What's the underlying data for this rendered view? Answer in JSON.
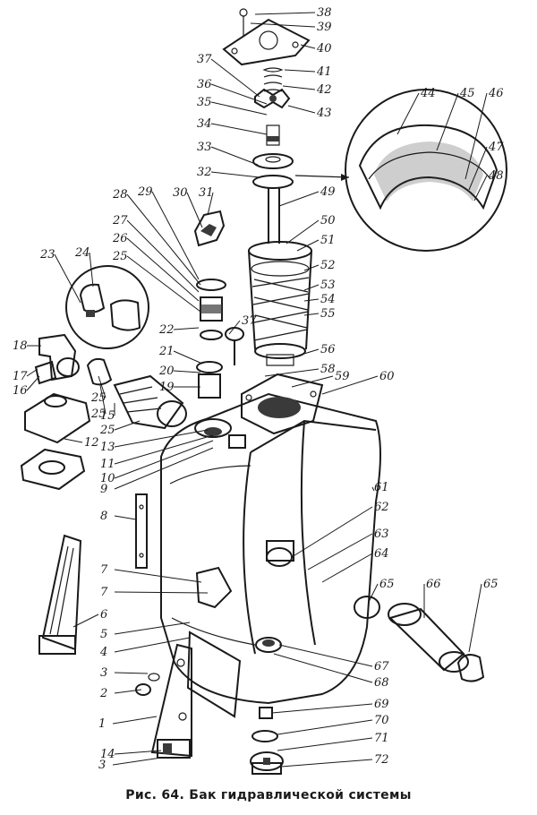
{
  "caption": "Рис. 64. Бак гидравлической системы",
  "callouts": [
    "1",
    "2",
    "3",
    "3",
    "4",
    "5",
    "6",
    "7",
    "7",
    "8",
    "9",
    "10",
    "11",
    "12",
    "13",
    "14",
    "15",
    "16",
    "17",
    "18",
    "19",
    "20",
    "21",
    "22",
    "23",
    "24",
    "25",
    "25",
    "25",
    "25",
    "26",
    "27",
    "28",
    "29",
    "30",
    "31",
    "32",
    "33",
    "34",
    "35",
    "36",
    "37",
    "37",
    "38",
    "39",
    "40",
    "41",
    "42",
    "43",
    "44",
    "45",
    "46",
    "47",
    "48",
    "49",
    "50",
    "51",
    "52",
    "53",
    "54",
    "55",
    "56",
    "58",
    "59",
    "60",
    "61",
    "62",
    "63",
    "64",
    "65",
    "65",
    "66",
    "67",
    "68",
    "69",
    "70",
    "71",
    "72"
  ]
}
